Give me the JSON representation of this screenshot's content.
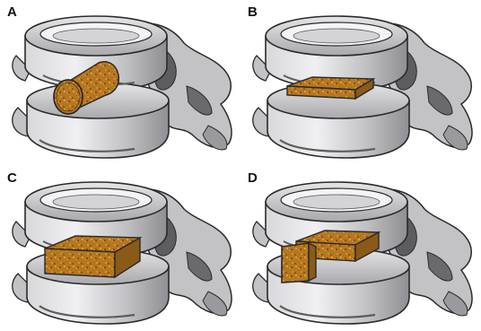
{
  "panels": [
    {
      "letter": "A",
      "graft": "cylinder"
    },
    {
      "letter": "B",
      "graft": "thin-block"
    },
    {
      "letter": "C",
      "graft": "thick-block"
    },
    {
      "letter": "D",
      "graft": "block-plus-square"
    }
  ],
  "colors": {
    "bone": "#c4c4c6",
    "bone_light": "#e6e6e8",
    "bone_dark": "#5d5d60",
    "outline": "#2a2a2a",
    "graft_base": "#b8761f",
    "graft_light": "#e0a43a",
    "graft_dark": "#5a3a10",
    "graft_green": "#7a8a3a"
  }
}
